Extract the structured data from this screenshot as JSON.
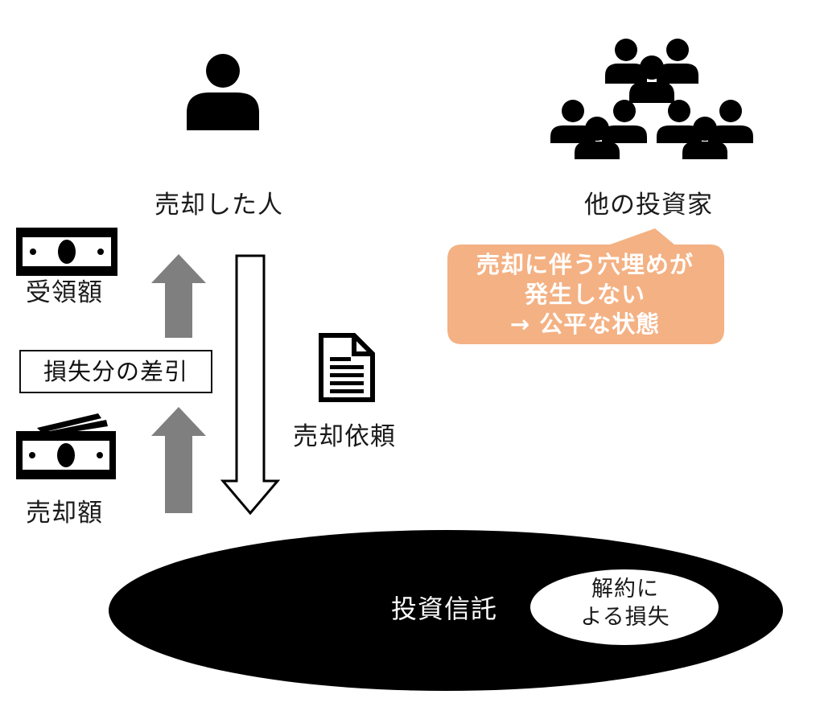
{
  "seller": {
    "icon": "person-icon",
    "label": "売却した人"
  },
  "investors": {
    "icon": "group-icon",
    "label": "他の投資家"
  },
  "callout": {
    "lines": [
      "売却に伴う穴埋めが",
      "発生しない",
      "→ 公平な状態"
    ],
    "color": "#F4B183"
  },
  "received_amount": {
    "icon": "banknote-icon",
    "label": "受領額"
  },
  "deduction": {
    "label": "損失分の差引"
  },
  "sale_amount": {
    "icon": "banknotes-stack-icon",
    "label": "売却額"
  },
  "sale_request": {
    "icon": "document-icon",
    "label": "売却依頼"
  },
  "fund": {
    "label": "投資信託",
    "loss_lines": [
      "解約に",
      "よる損失"
    ]
  },
  "colors": {
    "up_arrow": "#7F7F7F",
    "fund_fill": "#000000",
    "ink": "#000000"
  }
}
